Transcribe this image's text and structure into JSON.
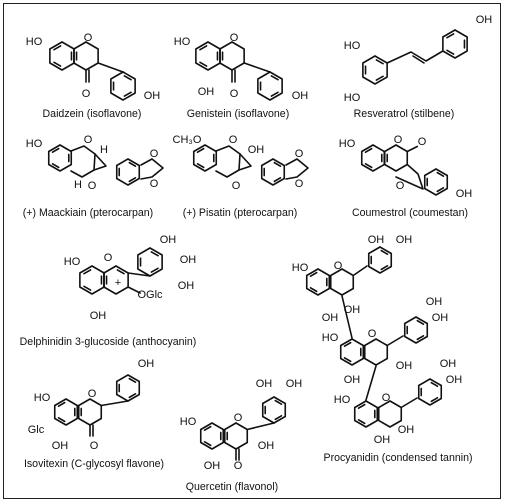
{
  "figure": {
    "compounds": [
      {
        "id": "daidzein",
        "caption": "Daidzein (isoflavone)",
        "labels": [
          "HO",
          "O",
          "O",
          "OH"
        ]
      },
      {
        "id": "genistein",
        "caption": "Genistein (isoflavone)",
        "labels": [
          "HO",
          "O",
          "OH",
          "O",
          "OH"
        ]
      },
      {
        "id": "resveratrol",
        "caption": "Resveratrol (stilbene)",
        "labels": [
          "HO",
          "OH",
          "HO"
        ]
      },
      {
        "id": "maackiain",
        "caption": "(+) Maackiain (pterocarpan)",
        "labels": [
          "HO",
          "O",
          "H",
          "H",
          "O",
          "O",
          "O"
        ]
      },
      {
        "id": "pisatin",
        "caption": "(+) Pisatin (pterocarpan)",
        "labels": [
          "CH₃O",
          "O",
          "OH",
          "O",
          "O",
          "O"
        ]
      },
      {
        "id": "coumestrol",
        "caption": "Coumestrol (coumestan)",
        "labels": [
          "HO",
          "O",
          "O",
          "O",
          "OH"
        ]
      },
      {
        "id": "delphinidin",
        "caption": "Delphinidin 3-glucoside (anthocyanin)",
        "labels": [
          "OH",
          "OH",
          "OH",
          "HO",
          "O",
          "+",
          "OGlc",
          "OH"
        ]
      },
      {
        "id": "procyanidin",
        "caption": "Procyanidin (condensed tannin)",
        "labels": [
          "OH",
          "OH",
          "HO",
          "O",
          "OH",
          "OH",
          "OH",
          "OH",
          "HO",
          "O",
          "OH",
          "OH",
          "OH",
          "OH",
          "HO",
          "O",
          "OH",
          "OH"
        ]
      },
      {
        "id": "isovitexin",
        "caption": "Isovitexin (C-glycosyl flavone)",
        "labels": [
          "OH",
          "HO",
          "O",
          "Glc",
          "OH",
          "O"
        ]
      },
      {
        "id": "quercetin",
        "caption": "Quercetin (flavonol)",
        "labels": [
          "OH",
          "OH",
          "HO",
          "O",
          "OH",
          "OH",
          "O"
        ]
      }
    ]
  }
}
